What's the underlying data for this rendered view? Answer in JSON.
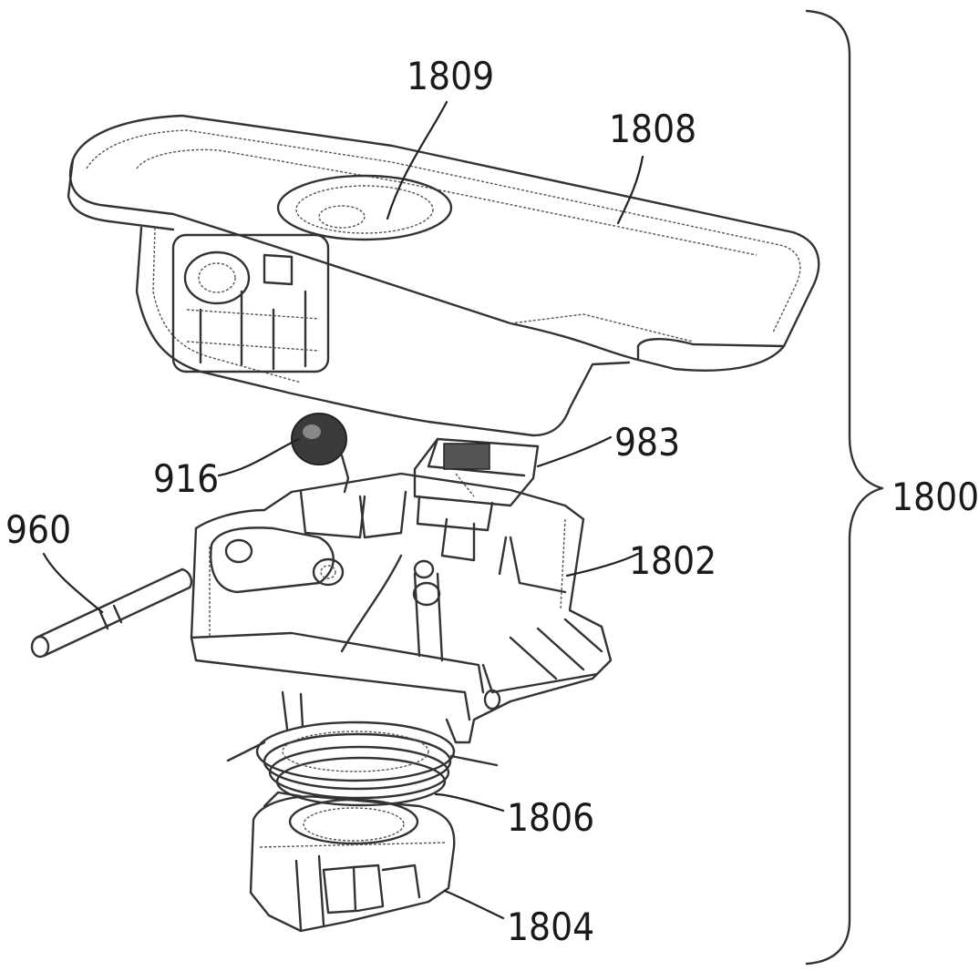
{
  "figure": {
    "labels": {
      "l1809": "1809",
      "l1808": "1808",
      "l916": "916",
      "l983": "983",
      "l1800": "1800",
      "l960": "960",
      "l1802": "1802",
      "l1806": "1806",
      "l1804": "1804"
    }
  }
}
